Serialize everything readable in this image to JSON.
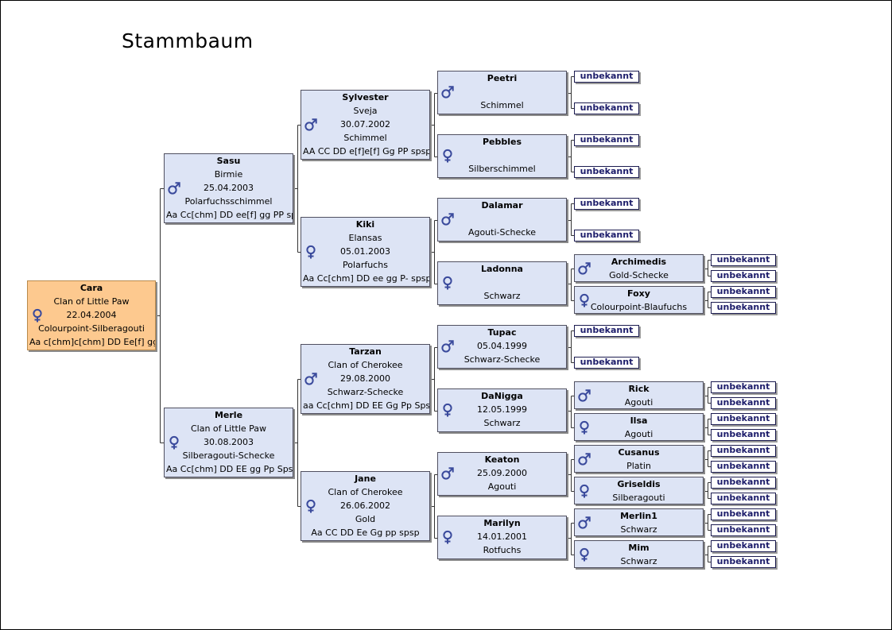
{
  "title": "Stammbaum",
  "icons": {
    "male": "male-symbol-icon",
    "female": "female-symbol-icon",
    "color": "#3a4a9c"
  },
  "unknown_label": "unbekannt",
  "nodes": {
    "cara": {
      "name": "Cara",
      "sex": "female",
      "lines": [
        "Clan of Little Paw",
        "22.04.2004",
        "Colourpoint-Silberagouti",
        "Aa c[chm]c[chm] DD Ee[f] gg..."
      ]
    },
    "sasu": {
      "name": "Sasu",
      "sex": "male",
      "lines": [
        "Birmie",
        "25.04.2003",
        "Polarfuchsschimmel",
        "Aa Cc[chm] DD ee[f] gg PP spsp"
      ]
    },
    "merle": {
      "name": "Merle",
      "sex": "female",
      "lines": [
        "Clan of Little Paw",
        "30.08.2003",
        "Silberagouti-Schecke",
        "Aa Cc[chm] DD EE gg Pp Spsp"
      ]
    },
    "sylvester": {
      "name": "Sylvester",
      "sex": "male",
      "lines": [
        "Sveja",
        "30.07.2002",
        "Schimmel",
        "AA CC DD e[f]e[f] Gg PP spsp"
      ]
    },
    "kiki": {
      "name": "Kiki",
      "sex": "female",
      "lines": [
        "Elansas",
        "05.01.2003",
        "Polarfuchs",
        "Aa Cc[chm] DD ee gg P- spsp"
      ]
    },
    "tarzan": {
      "name": "Tarzan",
      "sex": "male",
      "lines": [
        "Clan of Cherokee",
        "29.08.2000",
        "Schwarz-Schecke",
        "aa Cc[chm] DD EE Gg Pp Spsp"
      ]
    },
    "jane": {
      "name": "Jane",
      "sex": "female",
      "lines": [
        "Clan of Cherokee",
        "26.06.2002",
        "Gold",
        "Aa CC DD Ee Gg pp spsp"
      ]
    },
    "peetri": {
      "name": "Peetri",
      "sex": "male",
      "lines": [
        "",
        "Schimmel"
      ]
    },
    "pebbles": {
      "name": "Pebbles",
      "sex": "female",
      "lines": [
        "",
        "Silberschimmel"
      ]
    },
    "dalamar": {
      "name": "Dalamar",
      "sex": "male",
      "lines": [
        "",
        "Agouti-Schecke"
      ]
    },
    "ladonna": {
      "name": "Ladonna",
      "sex": "female",
      "lines": [
        "",
        "Schwarz"
      ]
    },
    "tupac": {
      "name": "Tupac",
      "sex": "male",
      "lines": [
        "05.04.1999",
        "Schwarz-Schecke"
      ]
    },
    "danigga": {
      "name": "DaNigga",
      "sex": "female",
      "lines": [
        "12.05.1999",
        "Schwarz"
      ]
    },
    "keaton": {
      "name": "Keaton",
      "sex": "male",
      "lines": [
        "25.09.2000",
        "Agouti"
      ]
    },
    "marilyn": {
      "name": "Marilyn",
      "sex": "female",
      "lines": [
        "14.01.2001",
        "Rotfuchs"
      ]
    },
    "archimedis": {
      "name": "Archimedis",
      "sex": "male",
      "lines": [
        "Gold-Schecke"
      ]
    },
    "foxy": {
      "name": "Foxy",
      "sex": "female",
      "lines": [
        "Colourpoint-Blaufuchs"
      ]
    },
    "rick": {
      "name": "Rick",
      "sex": "male",
      "lines": [
        "Agouti"
      ]
    },
    "ilsa": {
      "name": "Ilsa",
      "sex": "female",
      "lines": [
        "Agouti"
      ]
    },
    "cusanus": {
      "name": "Cusanus",
      "sex": "male",
      "lines": [
        "Platin"
      ]
    },
    "griseldis": {
      "name": "Griseldis",
      "sex": "female",
      "lines": [
        "Silberagouti"
      ]
    },
    "merlin1": {
      "name": "Merlin1",
      "sex": "male",
      "lines": [
        "Schwarz"
      ]
    },
    "mim": {
      "name": "Mim",
      "sex": "female",
      "lines": [
        "Schwarz"
      ]
    }
  }
}
